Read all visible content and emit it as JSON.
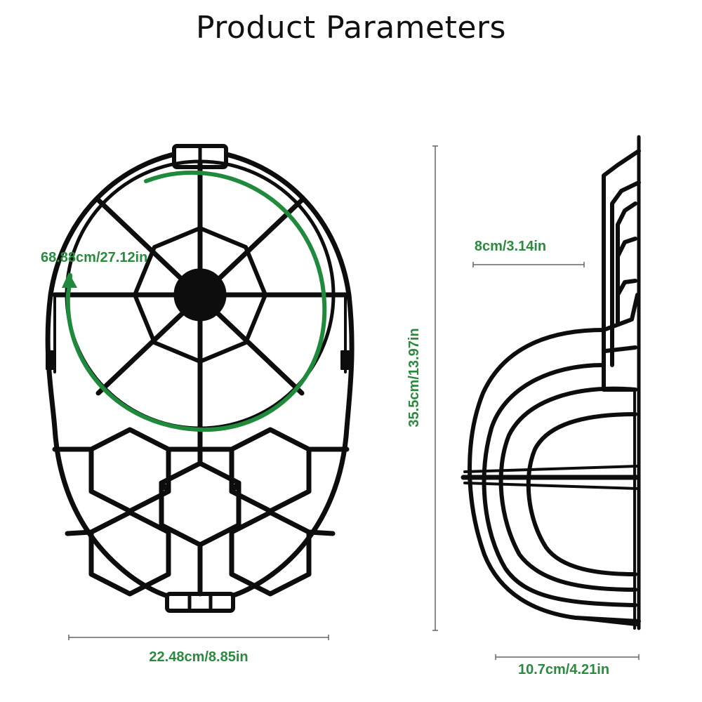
{
  "title": "Product Parameters",
  "colors": {
    "dimension_text": "#2a8a3e",
    "circumference_arrow": "#1f8a3c",
    "frame": "#0d0d0d",
    "dimension_line": "#666666"
  },
  "dimensions": {
    "circumference": "68.88cm/27.12in",
    "front_width": "22.48cm/8.85in",
    "height": "35.5cm/13.97in",
    "depth_top": "8cm/3.14in",
    "depth_bottom": "10.7cm/4.21in"
  }
}
